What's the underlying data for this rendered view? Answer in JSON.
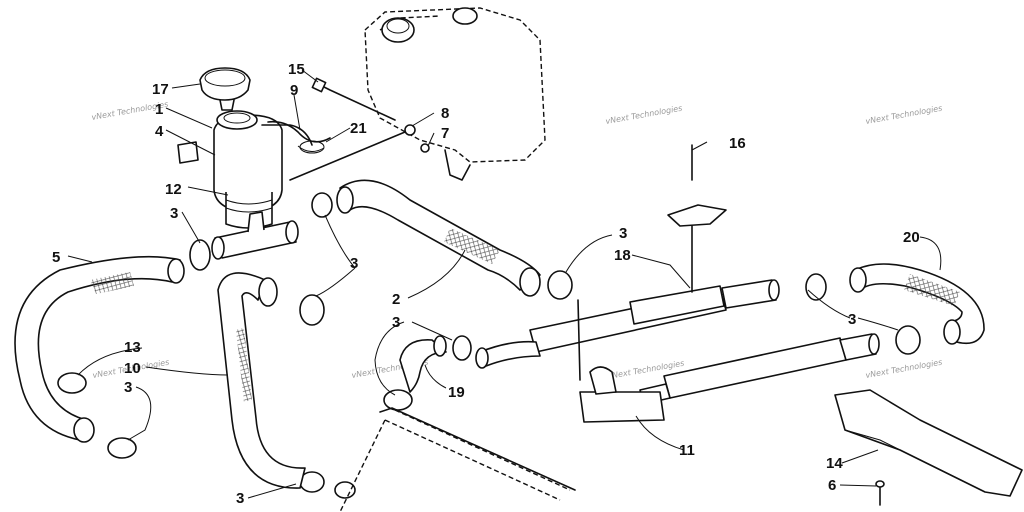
{
  "callouts": [
    {
      "id": "1",
      "text": "1"
    },
    {
      "id": "2",
      "text": "2"
    },
    {
      "id": "3",
      "text": "3"
    },
    {
      "id": "4",
      "text": "4"
    },
    {
      "id": "5",
      "text": "5"
    },
    {
      "id": "6",
      "text": "6"
    },
    {
      "id": "7",
      "text": "7"
    },
    {
      "id": "8",
      "text": "8"
    },
    {
      "id": "9",
      "text": "9"
    },
    {
      "id": "10",
      "text": "10"
    },
    {
      "id": "11",
      "text": "11"
    },
    {
      "id": "12",
      "text": "12"
    },
    {
      "id": "13",
      "text": "13"
    },
    {
      "id": "14",
      "text": "14"
    },
    {
      "id": "15",
      "text": "15"
    },
    {
      "id": "16",
      "text": "16"
    },
    {
      "id": "17",
      "text": "17"
    },
    {
      "id": "18",
      "text": "18"
    },
    {
      "id": "19",
      "text": "19"
    },
    {
      "id": "20",
      "text": "20"
    },
    {
      "id": "21",
      "text": "21"
    }
  ],
  "watermark": {
    "text": "vNext Technologies"
  }
}
